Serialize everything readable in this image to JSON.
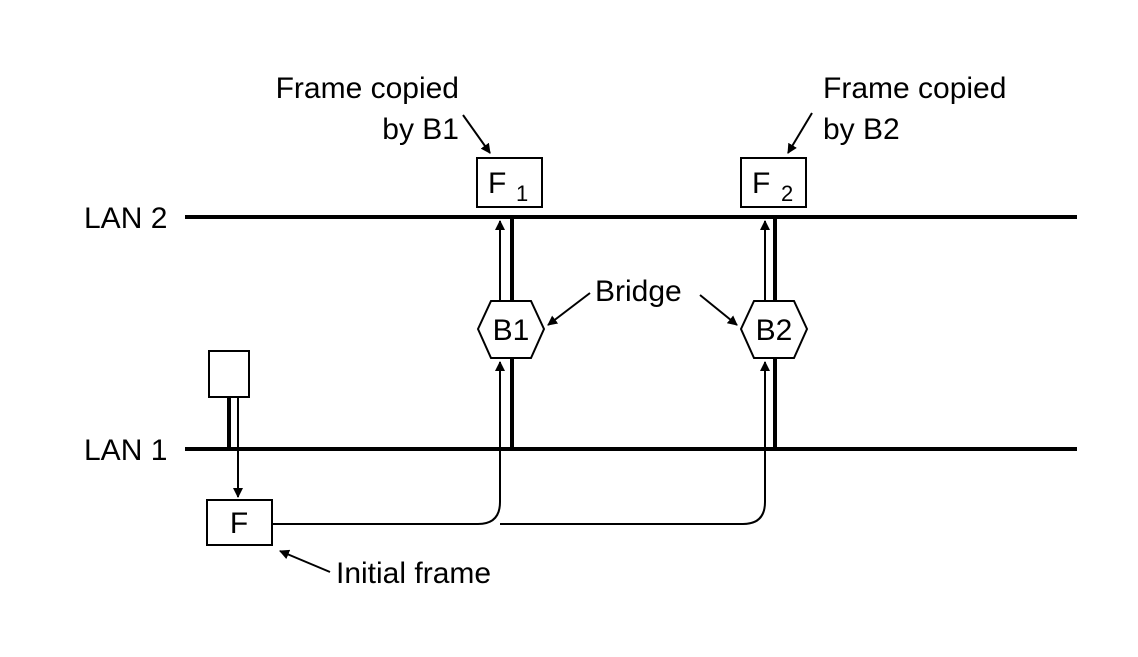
{
  "diagram": {
    "lan2_label": "LAN 2",
    "lan1_label": "LAN 1",
    "bridge_label": "Bridge",
    "bridges": [
      {
        "label": "B1"
      },
      {
        "label": "B2"
      }
    ],
    "frames": {
      "initial": {
        "letter": "F",
        "caption": "Initial frame"
      },
      "copy1": {
        "letter": "F",
        "subscript": "1",
        "caption_line1": "Frame copied",
        "caption_line2": "by B1"
      },
      "copy2": {
        "letter": "F",
        "subscript": "2",
        "caption_line1": "Frame copied",
        "caption_line2": "by B2"
      }
    }
  }
}
